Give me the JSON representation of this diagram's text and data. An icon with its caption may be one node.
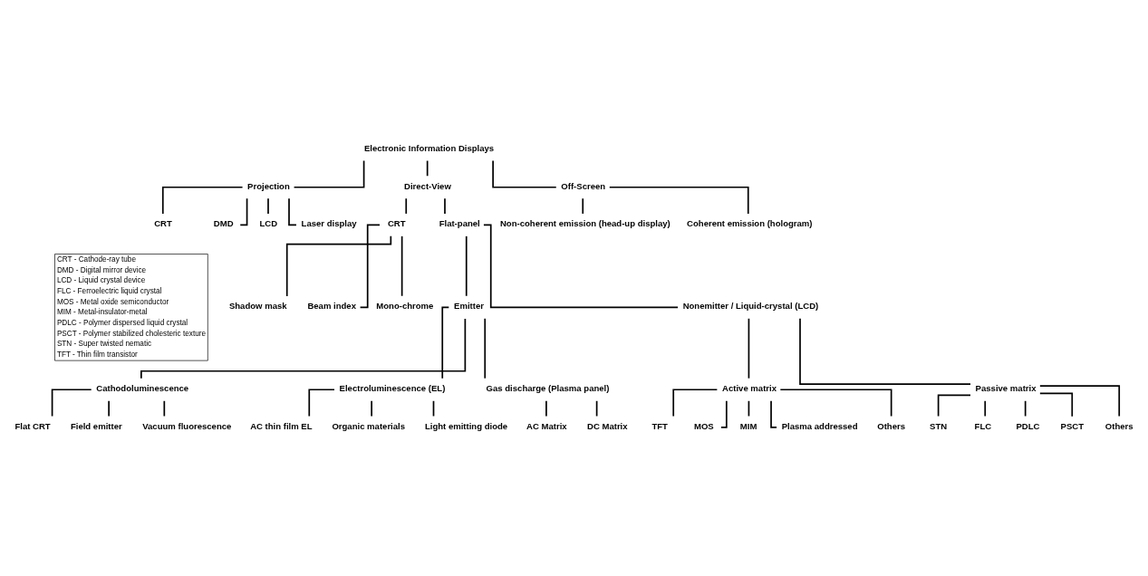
{
  "diagram": {
    "nodes": [
      {
        "text": [
          "Electronic Information Displays"
        ]
      },
      {
        "text": [
          "Projection"
        ]
      },
      {
        "text": [
          "Direct-View"
        ]
      },
      {
        "text": [
          "Off-Screen"
        ]
      },
      {
        "text": [
          "CRT"
        ]
      },
      {
        "text": [
          "DMD"
        ]
      },
      {
        "text": [
          "LCD"
        ]
      },
      {
        "text": [
          "Laser display"
        ]
      },
      {
        "text": [
          "CRT"
        ]
      },
      {
        "text": [
          "Flat-panel"
        ]
      },
      {
        "text": [
          "Non-coherent emission (head-up display)"
        ]
      },
      {
        "text": [
          "Coherent emission (hologram)"
        ]
      },
      {
        "text": [
          "Shadow mask"
        ]
      },
      {
        "text": [
          "Beam index"
        ]
      },
      {
        "text": [
          "Mono-chrome"
        ]
      },
      {
        "text": [
          "Emitter"
        ]
      },
      {
        "text": [
          "Nonemitter / Liquid-crystal (LCD)"
        ]
      },
      {
        "text": [
          "Active matrix"
        ]
      },
      {
        "text": [
          "Passive matrix"
        ]
      },
      {
        "text": [
          "TFT"
        ]
      },
      {
        "text": [
          "MOS"
        ]
      },
      {
        "text": [
          "MIM"
        ]
      },
      {
        "text": [
          "Plasma addressed"
        ]
      },
      {
        "text": [
          "Others"
        ]
      },
      {
        "text": [
          "STN"
        ]
      },
      {
        "text": [
          "FLC"
        ]
      },
      {
        "text": [
          "PDLC"
        ]
      },
      {
        "text": [
          "PSCT"
        ]
      },
      {
        "text": [
          "Others"
        ]
      },
      {
        "text": [
          "Cathodoluminescence"
        ]
      },
      {
        "text": [
          "Electroluminescence (EL)"
        ]
      },
      {
        "text": [
          "Gas discharge (Plasma panel)"
        ]
      },
      {
        "text": [
          "Flat CRT"
        ]
      },
      {
        "text": [
          "Field emitter"
        ]
      },
      {
        "text": [
          "Vacuum fluorescence"
        ]
      },
      {
        "text": [
          "AC thin film EL"
        ]
      },
      {
        "text": [
          "Organic materials"
        ]
      },
      {
        "text": [
          "Light emitting diode"
        ]
      },
      {
        "text": [
          "AC Matrix"
        ]
      },
      {
        "text": [
          "DC Matrix"
        ]
      },
      {
        "text": [
          "CRT - Cathode-ray tube",
          "DMD - Digital mirror device",
          "LCD - Liquid crystal device",
          "FLC - Ferroelectric liquid crystal",
          "MOS - Metal oxide semiconductor",
          "MIM - Metal-insulator-metal",
          "PDLC - Polymer dispersed liquid crystal",
          "PSCT - Polymer stabilized cholesteric texture",
          "STN - Super twisted nematic",
          "TFT - Thin film transistor"
        ]
      }
    ],
    "edges": [
      {
        "from": 0,
        "to": 1,
        "arrow": "none"
      },
      {
        "from": 0,
        "to": 2,
        "arrow": "none"
      },
      {
        "from": 0,
        "to": 3,
        "arrow": "none"
      },
      {
        "from": 1,
        "to": 4,
        "arrow": "none"
      },
      {
        "from": 1,
        "to": 5,
        "arrow": "none"
      },
      {
        "from": 1,
        "to": 6,
        "arrow": "none"
      },
      {
        "from": 1,
        "to": 7,
        "arrow": "none"
      },
      {
        "from": 2,
        "to": 8,
        "arrow": "none"
      },
      {
        "from": 2,
        "to": 9,
        "arrow": "none"
      },
      {
        "from": 3,
        "to": 10,
        "arrow": "none"
      },
      {
        "from": 3,
        "to": 11,
        "arrow": "none"
      },
      {
        "from": 8,
        "to": 12,
        "arrow": "none"
      },
      {
        "from": 8,
        "to": 13,
        "arrow": "none"
      },
      {
        "from": 8,
        "to": 14,
        "arrow": "none"
      },
      {
        "from": 9,
        "to": 15,
        "arrow": "none"
      },
      {
        "from": 9,
        "to": 16,
        "arrow": "none"
      },
      {
        "from": 16,
        "to": 17,
        "arrow": "none"
      },
      {
        "from": 16,
        "to": 18,
        "arrow": "none"
      },
      {
        "from": 17,
        "to": 19,
        "arrow": "none"
      },
      {
        "from": 17,
        "to": 20,
        "arrow": "none"
      },
      {
        "from": 17,
        "to": 21,
        "arrow": "none"
      },
      {
        "from": 17,
        "to": 22,
        "arrow": "none"
      },
      {
        "from": 17,
        "to": 23,
        "arrow": "none"
      },
      {
        "from": 18,
        "to": 24,
        "arrow": "none"
      },
      {
        "from": 18,
        "to": 25,
        "arrow": "none"
      },
      {
        "from": 18,
        "to": 26,
        "arrow": "none"
      },
      {
        "from": 18,
        "to": 27,
        "arrow": "none"
      },
      {
        "from": 18,
        "to": 28,
        "arrow": "none"
      },
      {
        "from": 15,
        "to": 29,
        "arrow": "none"
      },
      {
        "from": 15,
        "to": 30,
        "arrow": "none"
      },
      {
        "from": 15,
        "to": 31,
        "arrow": "none"
      },
      {
        "from": 29,
        "to": 32,
        "arrow": "none"
      },
      {
        "from": 29,
        "to": 33,
        "arrow": "none"
      },
      {
        "from": 29,
        "to": 34,
        "arrow": "none"
      },
      {
        "from": 30,
        "to": 35,
        "arrow": "none"
      },
      {
        "from": 30,
        "to": 36,
        "arrow": "none"
      },
      {
        "from": 30,
        "to": 37,
        "arrow": "none"
      },
      {
        "from": 31,
        "to": 38,
        "arrow": "none"
      },
      {
        "from": 31,
        "to": 39,
        "arrow": "none"
      }
    ]
  }
}
